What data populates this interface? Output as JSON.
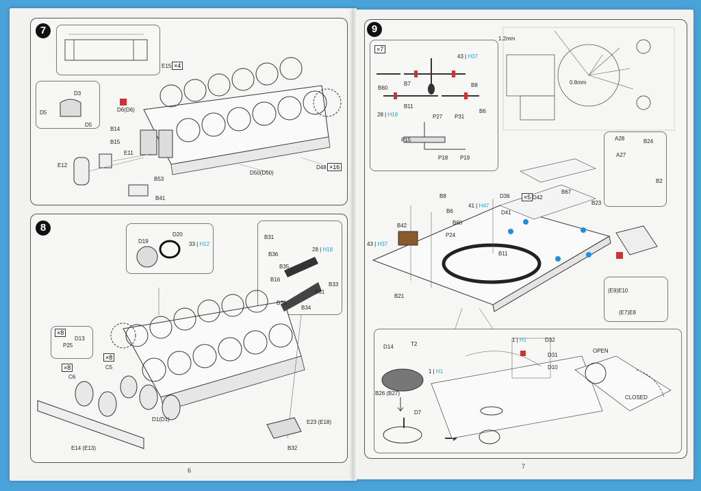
{
  "left_page": {
    "page_number": "6",
    "step7": {
      "step_number": "7",
      "labels": {
        "e15": "E15",
        "e15_qty": "×4",
        "d3": "D3",
        "d5_left": "D5",
        "d5_right": "D5",
        "d6": "D6(D6)",
        "b14": "B14",
        "b15": "B15",
        "e11": "E11",
        "e12": "E12",
        "b53": "B53",
        "b41": "B41",
        "d50": "D50(D50)",
        "d48": "D48",
        "d48_qty": "×16"
      }
    },
    "step8": {
      "step_number": "8",
      "labels": {
        "d19": "D19",
        "d20": "D20",
        "paint33": "33",
        "paint_h12": "H12",
        "b31": "B31",
        "b36": "B36",
        "paint28": "28",
        "paint_h18": "H18",
        "b35": "B35",
        "b16": "B16",
        "b33": "B33",
        "b61": "B61",
        "b30": "B30",
        "b34": "B34",
        "qty8a": "×8",
        "d13": "D13",
        "p25": "P25",
        "qty8b": "×8",
        "c5": "C5",
        "qty8c": "×8",
        "c6": "C6",
        "d1": "D1(D1)",
        "e14": "E14 (E13)",
        "e23": "E23 (E18)",
        "b32": "B32"
      }
    }
  },
  "right_page": {
    "page_number": "7",
    "step9": {
      "step_number": "9",
      "labels": {
        "qty7": "×7",
        "paint43": "43",
        "paint_h37": "H37",
        "b60": "B60",
        "b7": "B7",
        "b8": "B8",
        "b11": "B11",
        "paint28": "28",
        "paint_h18": "H18",
        "b6": "B6",
        "p27": "P27",
        "p31": "P31",
        "p15": "P15",
        "p18": "P18",
        "p19": "P19",
        "wire_12": "1.2mm",
        "wire_08": "0.8mm",
        "a28": "A28",
        "a27": "A27",
        "b24": "B24",
        "b2": "B2",
        "b8b": "B8",
        "d36": "D36",
        "qty5": "×5",
        "d42": "D42",
        "b67": "B67",
        "b6b": "B6",
        "paint41": "41",
        "paint_h47": "H47",
        "d41": "D41",
        "b23": "B23",
        "b42": "B42",
        "b60b": "B60",
        "p24": "P24",
        "paint43b": "43",
        "paint_h37b": "H37",
        "b11b": "B11",
        "b21": "B21",
        "e10": "(E9)E10",
        "e8": "(E7)E8",
        "d14": "D14",
        "t2": "T2",
        "paint1": "1",
        "paint_h1": "H1",
        "paint1b": "1",
        "paint_h1b": "H1",
        "d32": "D32",
        "d31": "D31",
        "d10": "D10",
        "b26": "B26 (B27)",
        "d7": "D7",
        "open": "OPEN",
        "closed": "CLOSED"
      }
    }
  },
  "colors": {
    "background": "#4aa3d8",
    "paper": "#f2f2f0",
    "paint_blue": "#2aa0d8",
    "highlight_blue": "#1e90e0",
    "red_part": "#c33",
    "brown_part": "#8b5a2b"
  }
}
